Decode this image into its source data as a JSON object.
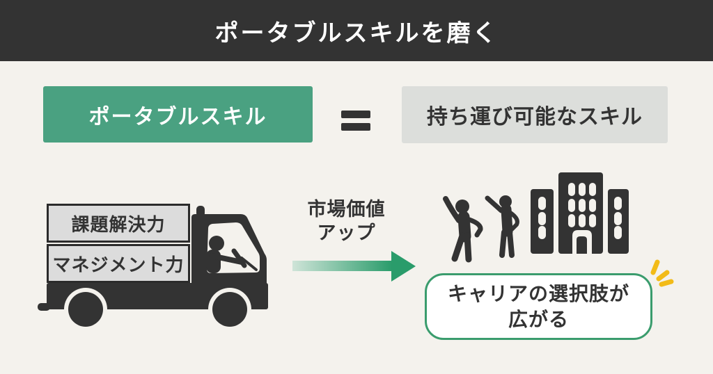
{
  "colors": {
    "background": "#f4f2ed",
    "header_bg": "#333333",
    "header_text": "#ffffff",
    "green": "#4aa181",
    "green_dark": "#2a9c6b",
    "arrow_light": "#cfe4d8",
    "gray_box_bg": "#dcdedb",
    "cargo_box_bg": "#dcdcdc",
    "dark": "#333333",
    "yellow": "#f2bb18",
    "callout_border": "#3a9c6d"
  },
  "header": {
    "title": "ポータブルスキルを磨く"
  },
  "equation": {
    "left_label": "ポータブルスキル",
    "operator": "=",
    "right_label": "持ち運び可能なスキル"
  },
  "truck": {
    "cargo_boxes": [
      {
        "label": "課題解決力"
      },
      {
        "label": "マネジメント力"
      }
    ]
  },
  "market": {
    "line1": "市場価値",
    "line2": "アップ"
  },
  "callout": {
    "line1": "キャリアの選択肢が",
    "line2": "広がる"
  },
  "icons": {
    "truck": "truck-with-driver-icon",
    "arrow": "arrow-right-icon",
    "people": "people-raising-hands-icon",
    "building": "office-building-icon",
    "sparkle": "sparkle-emphasis-icon",
    "equals": "equals-sign"
  }
}
